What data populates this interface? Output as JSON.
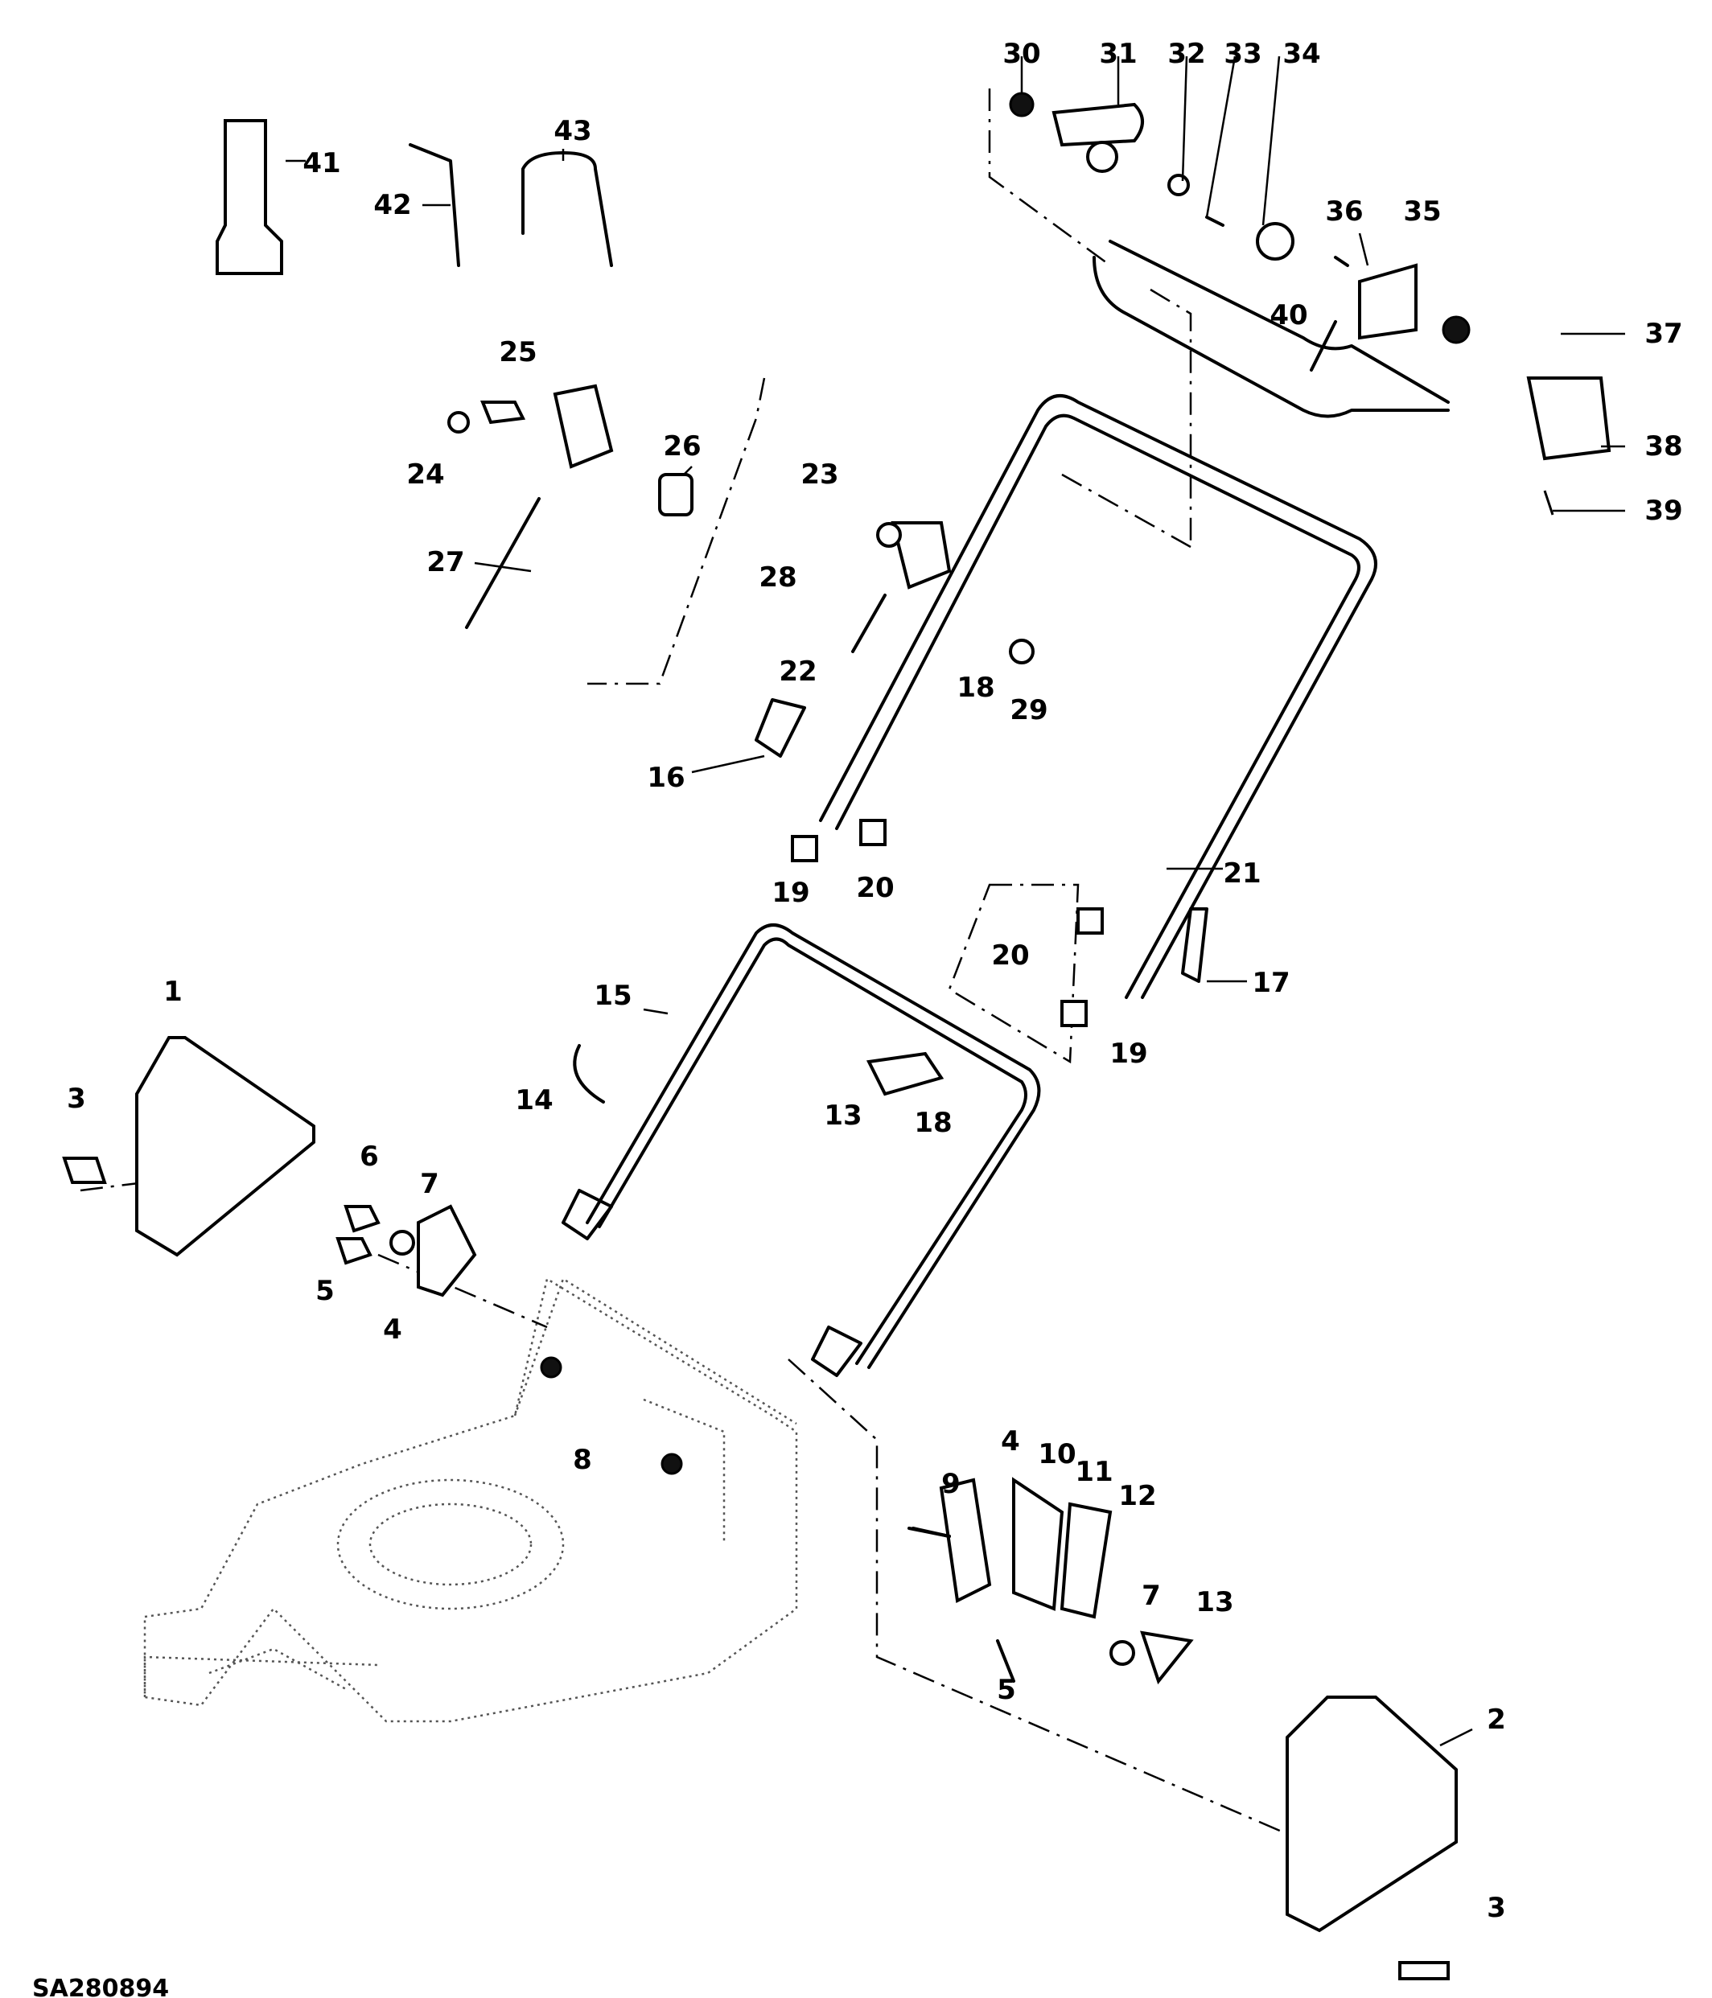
{
  "diagram": {
    "title": "Lawn mower handle assembly - exploded parts view",
    "drawing_code": "SA280894",
    "colors": {
      "ink": "#000000",
      "background": "#ffffff",
      "deck_outline": "#555555"
    },
    "callouts": [
      {
        "id": "c1",
        "label": "1"
      },
      {
        "id": "c2",
        "label": "2"
      },
      {
        "id": "c3a",
        "label": "3"
      },
      {
        "id": "c3b",
        "label": "3"
      },
      {
        "id": "c4a",
        "label": "4"
      },
      {
        "id": "c4b",
        "label": "4"
      },
      {
        "id": "c5a",
        "label": "5"
      },
      {
        "id": "c5b",
        "label": "5"
      },
      {
        "id": "c6",
        "label": "6"
      },
      {
        "id": "c7a",
        "label": "7"
      },
      {
        "id": "c7b",
        "label": "7"
      },
      {
        "id": "c8",
        "label": "8"
      },
      {
        "id": "c9",
        "label": "9"
      },
      {
        "id": "c10",
        "label": "10"
      },
      {
        "id": "c11",
        "label": "11"
      },
      {
        "id": "c12",
        "label": "12"
      },
      {
        "id": "c13a",
        "label": "13"
      },
      {
        "id": "c13b",
        "label": "13"
      },
      {
        "id": "c14",
        "label": "14"
      },
      {
        "id": "c15",
        "label": "15"
      },
      {
        "id": "c16",
        "label": "16"
      },
      {
        "id": "c17",
        "label": "17"
      },
      {
        "id": "c18a",
        "label": "18"
      },
      {
        "id": "c18b",
        "label": "18"
      },
      {
        "id": "c19a",
        "label": "19"
      },
      {
        "id": "c19b",
        "label": "19"
      },
      {
        "id": "c20a",
        "label": "20"
      },
      {
        "id": "c20b",
        "label": "20"
      },
      {
        "id": "c21",
        "label": "21"
      },
      {
        "id": "c22",
        "label": "22"
      },
      {
        "id": "c23",
        "label": "23"
      },
      {
        "id": "c24",
        "label": "24"
      },
      {
        "id": "c25",
        "label": "25"
      },
      {
        "id": "c26",
        "label": "26"
      },
      {
        "id": "c27",
        "label": "27"
      },
      {
        "id": "c28",
        "label": "28"
      },
      {
        "id": "c29",
        "label": "29"
      },
      {
        "id": "c30",
        "label": "30"
      },
      {
        "id": "c31",
        "label": "31"
      },
      {
        "id": "c32",
        "label": "32"
      },
      {
        "id": "c33",
        "label": "33"
      },
      {
        "id": "c34",
        "label": "34"
      },
      {
        "id": "c35",
        "label": "35"
      },
      {
        "id": "c36",
        "label": "36"
      },
      {
        "id": "c37",
        "label": "37"
      },
      {
        "id": "c38",
        "label": "38"
      },
      {
        "id": "c39",
        "label": "39"
      },
      {
        "id": "c40",
        "label": "40"
      },
      {
        "id": "c41",
        "label": "41"
      },
      {
        "id": "c42",
        "label": "42"
      },
      {
        "id": "c43",
        "label": "43"
      }
    ]
  }
}
